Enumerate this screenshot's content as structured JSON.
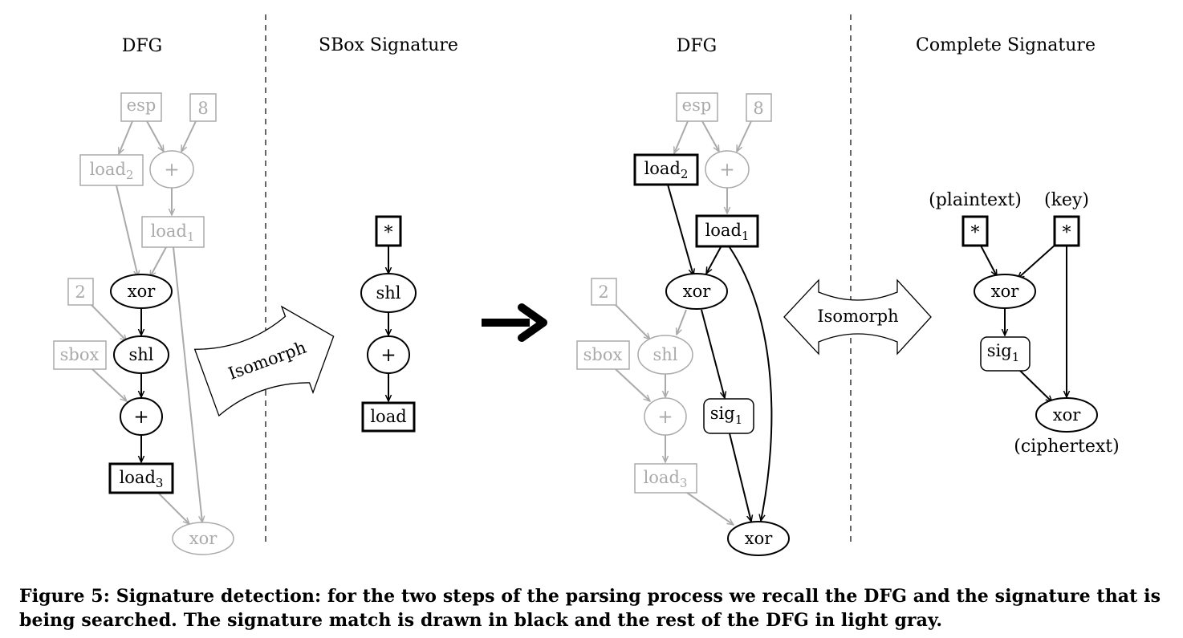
{
  "panels": {
    "dfg_left_title": "DFG",
    "sbox_title": "SBox Signature",
    "dfg_right_title": "DFG",
    "complete_title": "Complete Signature"
  },
  "isomorph_label": "Isomorph",
  "nodes": {
    "esp": "esp",
    "eight": "8",
    "two": "2",
    "sbox": "sbox",
    "load": "load",
    "load_base": "load",
    "plus": "+",
    "xor": "xor",
    "shl": "shl",
    "star": "*",
    "sig": "sig",
    "sub1": "1",
    "sub2": "2",
    "sub3": "3"
  },
  "labels": {
    "plaintext": "(plaintext)",
    "key": "(key)",
    "ciphertext": "(ciphertext)"
  },
  "caption": {
    "prefix": "Figure 5:",
    "text": "Signature detection: for the two steps of the parsing process we recall the DFG and the signature that is being searched. The signature match is drawn in black and the rest of the DFG in light gray."
  },
  "colors": {
    "match": "#000000",
    "rest": "#aaaaaa"
  }
}
